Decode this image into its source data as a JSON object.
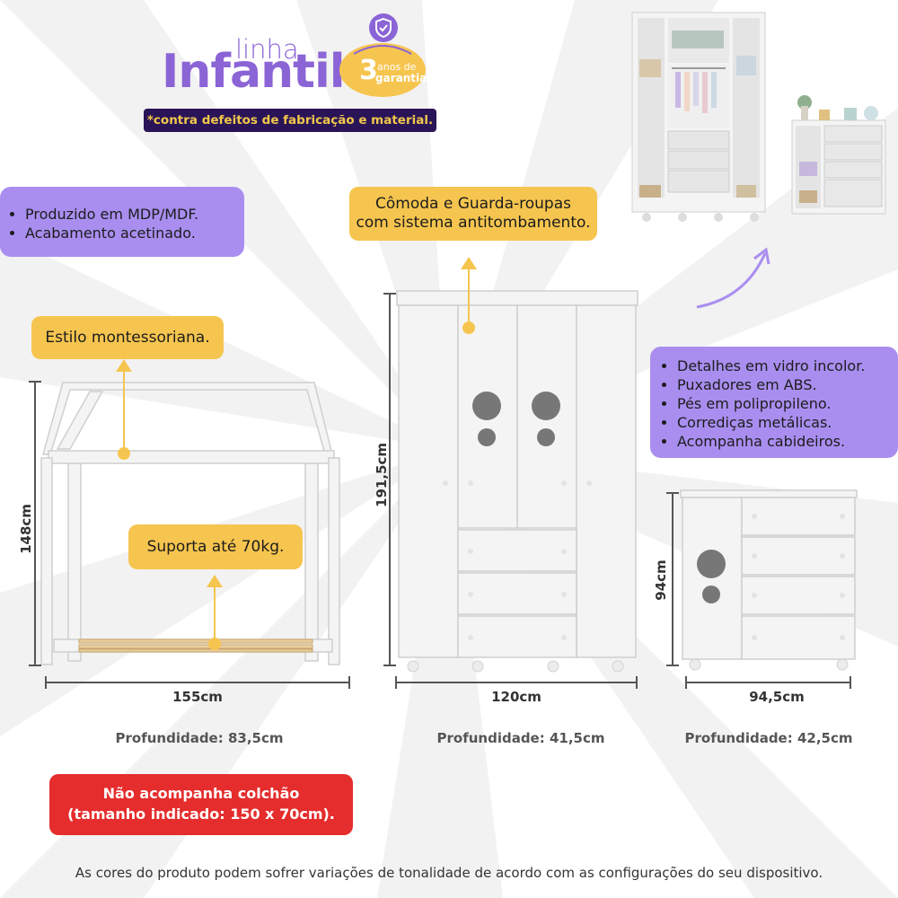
{
  "logo": {
    "linha": "linha",
    "infantil": "Infantil",
    "badge_number": "3",
    "badge_line1": "anos de",
    "badge_line2": "garantia",
    "disclaimer": "*contra defeitos de fabricação e material.",
    "colors": {
      "brand_purple": "#8b64d6",
      "badge_yellow": "#f6c54f",
      "dark_bar": "#2a1458"
    }
  },
  "features_left": [
    "Produzido em MDP/MDF.",
    "Acabamento acetinado."
  ],
  "features_right": [
    "Detalhes em vidro incolor.",
    "Puxadores em ABS.",
    "Pés em polipropileno.",
    "Corrediças metálicas.",
    "Acompanha cabideiros."
  ],
  "callouts": {
    "montessori": "Estilo montessoriana.",
    "supports": "Suporta até 70kg.",
    "anti_tip_line1": "Cômoda e Guarda-roupas",
    "anti_tip_line2": "com sistema antitombamento."
  },
  "bed": {
    "height": "148cm",
    "width": "155cm",
    "depth": "Profundidade: 83,5cm"
  },
  "wardrobe": {
    "height": "191,5cm",
    "width": "120cm",
    "depth": "Profundidade: 41,5cm"
  },
  "dresser": {
    "height": "94cm",
    "width": "94,5cm",
    "depth": "Profundidade: 42,5cm"
  },
  "warning": {
    "line1": "Não acompanha colchão",
    "line2": "(tamanho indicado: 150 x 70cm)."
  },
  "footer": "As cores do produto podem sofrer variações de tonalidade de acordo com as configurações do seu dispositivo."
}
